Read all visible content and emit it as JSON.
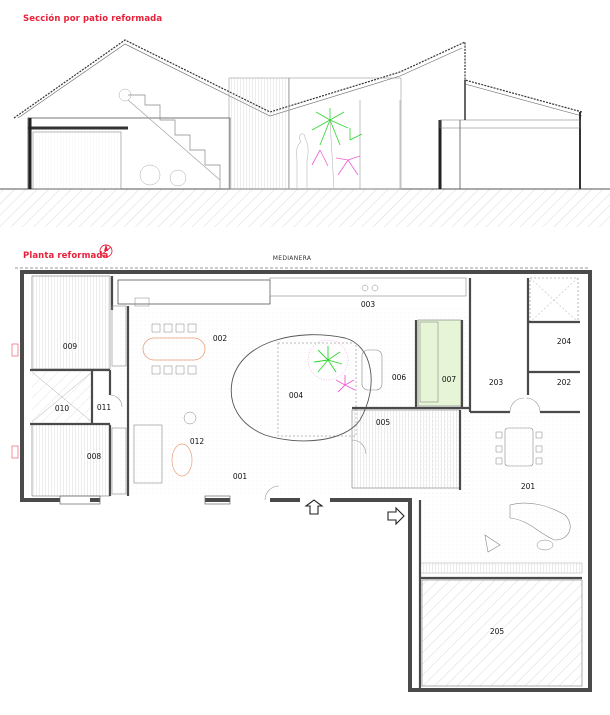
{
  "section": {
    "title": "Sección por patio reformada"
  },
  "plan": {
    "title": "Planta reformada",
    "party_wall_label": "MEDIANERA",
    "rooms": [
      {
        "id": "r001",
        "label": "001"
      },
      {
        "id": "r002",
        "label": "002"
      },
      {
        "id": "r003",
        "label": "003"
      },
      {
        "id": "r004",
        "label": "004"
      },
      {
        "id": "r005",
        "label": "005"
      },
      {
        "id": "r006",
        "label": "006"
      },
      {
        "id": "r007",
        "label": "007"
      },
      {
        "id": "r008",
        "label": "008"
      },
      {
        "id": "r009",
        "label": "009"
      },
      {
        "id": "r010",
        "label": "010"
      },
      {
        "id": "r011",
        "label": "011"
      },
      {
        "id": "r012",
        "label": "012"
      },
      {
        "id": "r201",
        "label": "201"
      },
      {
        "id": "r202",
        "label": "202"
      },
      {
        "id": "r203",
        "label": "203"
      },
      {
        "id": "r204",
        "label": "204"
      },
      {
        "id": "r205",
        "label": "205"
      }
    ]
  },
  "colors": {
    "accent_red": "#e8213a",
    "wall": "#4a4a4a",
    "line": "#9a9a9a",
    "patio_green": "#e6f5d6",
    "hatch_gray": "#c8c8c8",
    "plant_green": "#2ed52e",
    "plant_pink": "#ee5fd0"
  }
}
